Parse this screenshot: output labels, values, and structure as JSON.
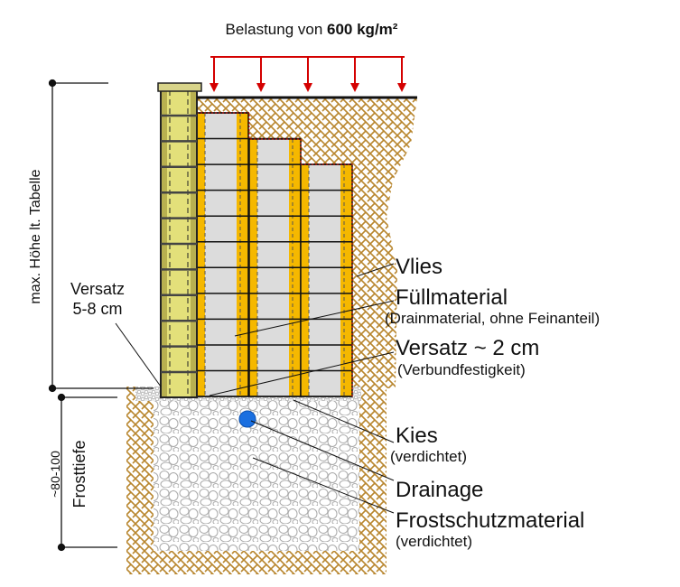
{
  "load": {
    "prefix": "Belastung von ",
    "value": "600 kg/m²"
  },
  "dimensions": {
    "height_label": "max. Höhe lt. Tabelle",
    "frost_range": "~80-100",
    "frost_label": "Frosttiefe",
    "offset_label_line1": "Versatz",
    "offset_label_line2": "5-8 cm"
  },
  "labels": {
    "vlies": "Vlies",
    "fill": "Füllmaterial",
    "fill_note": "(Drainmaterial, ohne Feinanteil)",
    "offset": "Versatz ~ 2 cm",
    "offset_note": "(Verbundfestigkeit)",
    "gravel": "Kies",
    "gravel_note": "(verdichtet)",
    "drainage": "Drainage",
    "frost": "Frostschutzmaterial",
    "frost_note": "(verdichtet)"
  },
  "colors": {
    "load_arrows": "#d40000",
    "blocks": "#f5b800",
    "pillar": "#e3e07a",
    "soil": "#b8862e",
    "drain_pipe": "#1a6fe0"
  }
}
